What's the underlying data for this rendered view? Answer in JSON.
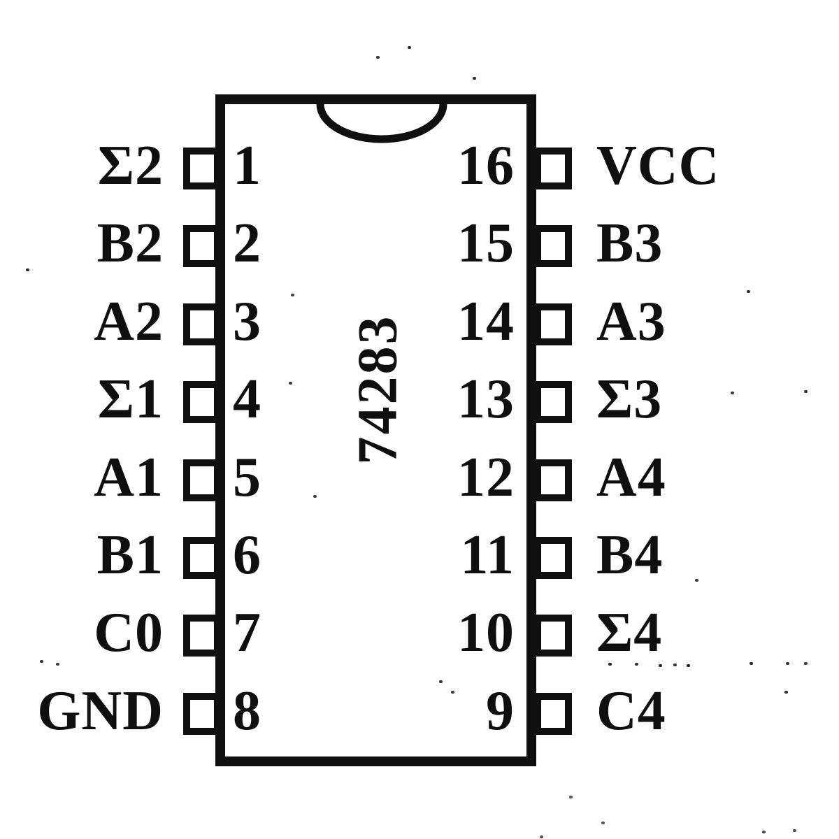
{
  "chip": {
    "part_number": "74283"
  },
  "pins": {
    "left": [
      {
        "label": "Σ2",
        "number": "1"
      },
      {
        "label": "B2",
        "number": "2"
      },
      {
        "label": "A2",
        "number": "3"
      },
      {
        "label": "Σ1",
        "number": "4"
      },
      {
        "label": "A1",
        "number": "5"
      },
      {
        "label": "B1",
        "number": "6"
      },
      {
        "label": "C0",
        "number": "7"
      },
      {
        "label": "GND",
        "number": "8"
      }
    ],
    "right": [
      {
        "number": "16",
        "label": "VCC"
      },
      {
        "number": "15",
        "label": "B3"
      },
      {
        "number": "14",
        "label": "A3"
      },
      {
        "number": "13",
        "label": "Σ3"
      },
      {
        "number": "12",
        "label": "A4"
      },
      {
        "number": "11",
        "label": "B4"
      },
      {
        "number": "10",
        "label": "Σ4"
      },
      {
        "number": "9",
        "label": "C4"
      }
    ]
  },
  "colors": {
    "ink": "#0f0f0f",
    "paper": "#ffffff"
  }
}
